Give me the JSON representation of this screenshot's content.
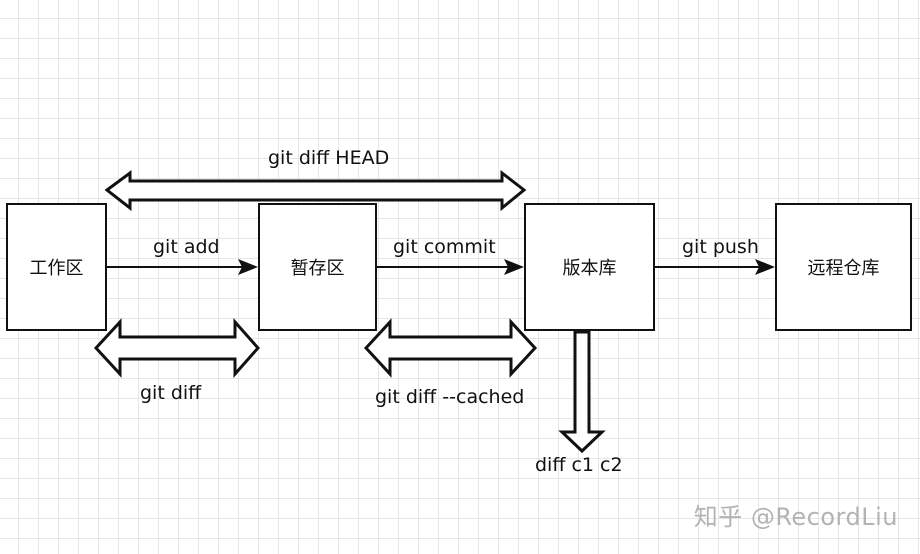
{
  "nodes": {
    "workspace": "工作区",
    "staging": "暂存区",
    "repository": "版本库",
    "remote": "远程仓库"
  },
  "edges": {
    "git_add": "git add",
    "git_commit": "git commit",
    "git_push": "git push",
    "git_diff_head": "git diff HEAD",
    "git_diff": "git diff",
    "git_diff_cached": "git diff --cached",
    "diff_c1_c2": "diff c1 c2"
  },
  "watermark": "知乎 @RecordLiu"
}
